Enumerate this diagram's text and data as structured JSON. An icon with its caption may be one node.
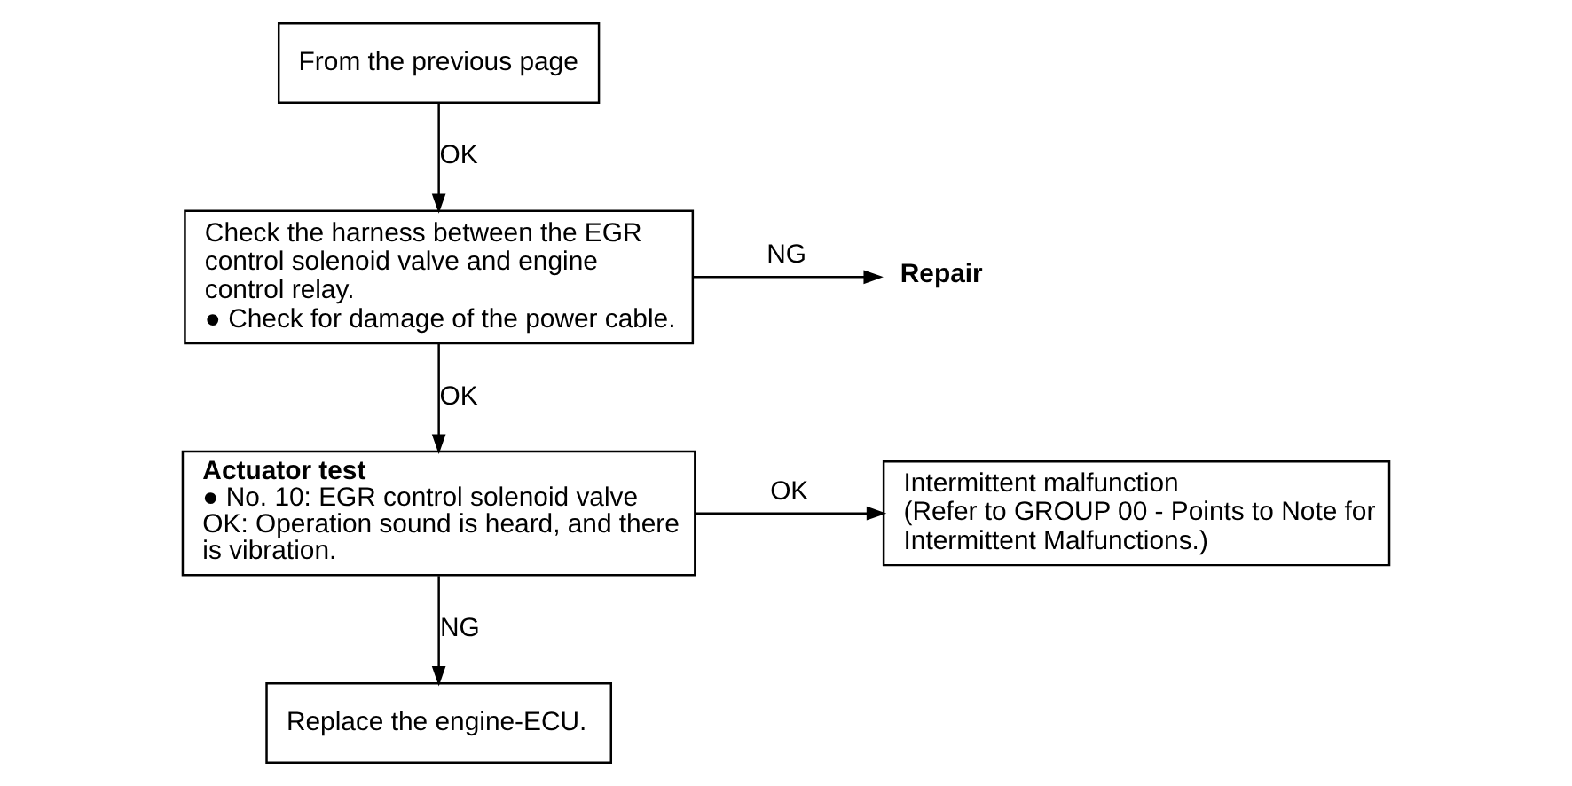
{
  "diagram": {
    "nodes": [
      {
        "text": [
          "From the previous page"
        ]
      },
      {
        "text": [
          "Check the harness between the EGR control solenoid valve and engine control relay.",
          "● Check for damage of the power cable."
        ]
      },
      {
        "text": [
          "Repair"
        ]
      },
      {
        "text": [
          "Actuator test",
          "● No. 10: EGR control solenoid valve",
          "OK: Operation sound is heard, and there is vibration."
        ]
      },
      {
        "text": [
          "Intermittent malfunction",
          "(Refer to GROUP 00 - Points to Note for Intermittent Malfunctions.)"
        ]
      },
      {
        "text": [
          "Replace the engine-ECU."
        ]
      }
    ],
    "edges": [
      {
        "from": 0,
        "to": 1,
        "arrow": "to",
        "label": "OK"
      },
      {
        "from": 1,
        "to": 2,
        "arrow": "to",
        "label": "NG"
      },
      {
        "from": 1,
        "to": 3,
        "arrow": "to",
        "label": "OK"
      },
      {
        "from": 3,
        "to": 4,
        "arrow": "to",
        "label": "OK"
      },
      {
        "from": 3,
        "to": 5,
        "arrow": "to",
        "label": "NG"
      }
    ]
  }
}
